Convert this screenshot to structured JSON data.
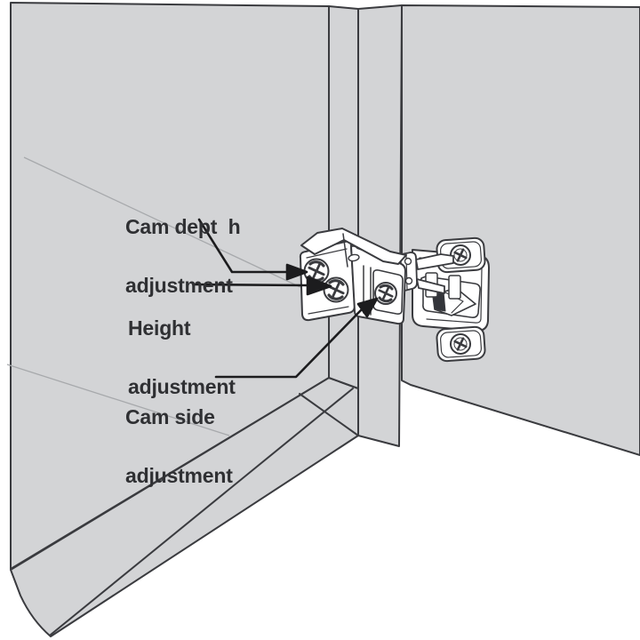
{
  "figure": {
    "type": "technical-illustration",
    "subject": "face-frame cabinet hinge adjustment diagram",
    "background": "#ffffff",
    "panel_color": "#d3d4d6",
    "outline_color": "#3a3b3f",
    "callout_color": "#1c1c1e",
    "text_color": "#2f3033",
    "callouts": {
      "cam_depth": {
        "line1": "Cam dept  h",
        "line2": "adjustment"
      },
      "height": {
        "line1": "Height",
        "line2": "adjustment"
      },
      "cam_side": {
        "line1": "Cam side",
        "line2": "adjustment"
      }
    }
  }
}
